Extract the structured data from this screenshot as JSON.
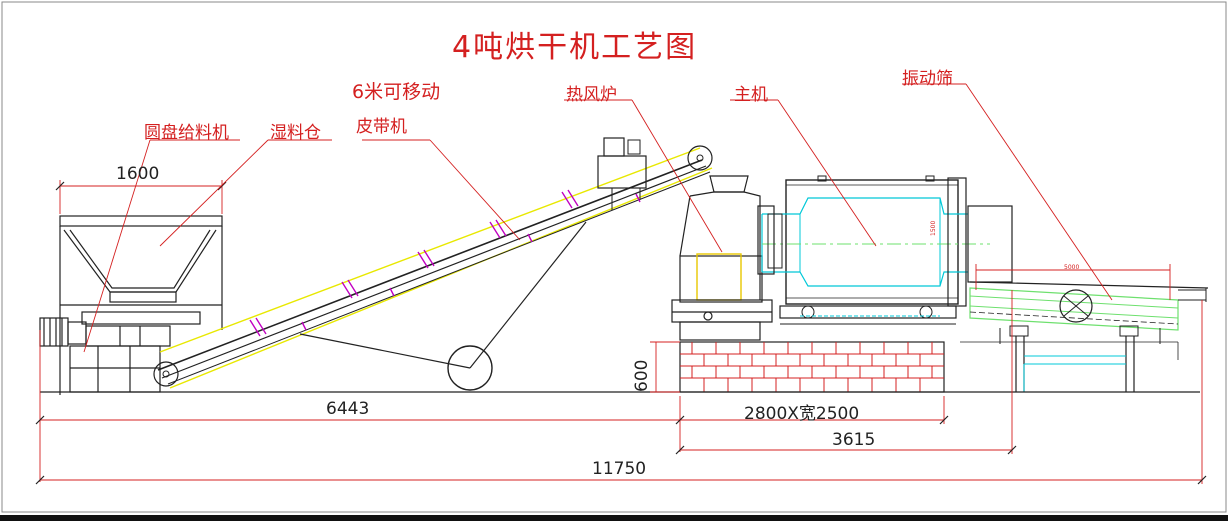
{
  "title": "4吨烘干机工艺图",
  "labels": {
    "disc_feeder": "圆盘给料机",
    "wet_bin": "湿料仓",
    "belt_line1": "6米可移动",
    "belt_line2": "皮带机",
    "hot_air_furnace": "热风炉",
    "main_machine": "主机",
    "vibrating_screen": "振动筛"
  },
  "dimensions": {
    "bin_width": "1600",
    "conveyor_span": "6443",
    "dryer_size": "2800X宽2500",
    "dryer_total": "3615",
    "overall": "11750",
    "base_height": "600",
    "screen_len": "5000",
    "drum_dia": "1500"
  },
  "colors": {
    "annotation": "#d42020",
    "outline": "#222222",
    "conveyor": "#e8e800",
    "drum": "#00c8d8",
    "accent": "#c000c0",
    "screen": "#6ee06e"
  }
}
